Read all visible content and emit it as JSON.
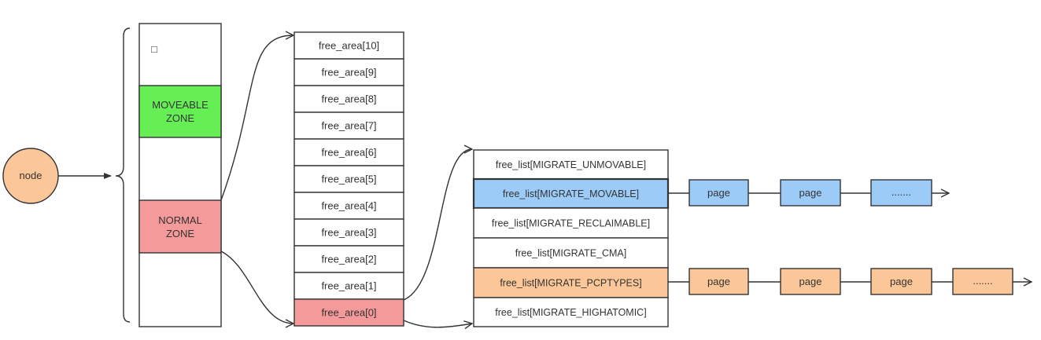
{
  "colors": {
    "outline": "#333333",
    "node_fill": "#fbc799",
    "moveable_zone": "#66ee55",
    "normal_zone": "#f59a9a",
    "free_area_highlight": "#f59a9a",
    "movable_list": "#9dcbf7",
    "pcptypes_list": "#fbc799",
    "plain": "#ffffff"
  },
  "node": {
    "label": "node"
  },
  "zones": {
    "top_marker": "□",
    "moveable": {
      "line1": "MOVEABLE",
      "line2": "ZONE"
    },
    "normal": {
      "line1": "NORMAL",
      "line2": "ZONE"
    }
  },
  "free_areas": [
    "free_area[10]",
    "free_area[9]",
    "free_area[8]",
    "free_area[7]",
    "free_area[6]",
    "free_area[5]",
    "free_area[4]",
    "free_area[3]",
    "free_area[2]",
    "free_area[1]",
    "free_area[0]"
  ],
  "free_lists": [
    "free_list[MIGRATE_UNMOVABLE]",
    "free_list[MIGRATE_MOVABLE]",
    "free_list[MIGRATE_RECLAIMABLE]",
    "free_list[MIGRATE_CMA]",
    "free_list[MIGRATE_PCPTYPES]",
    "free_list[MIGRATE_HIGHATOMIC]"
  ],
  "movable_chain": [
    "page",
    "page",
    "......."
  ],
  "pcptypes_chain": [
    "page",
    "page",
    "page",
    "......."
  ]
}
